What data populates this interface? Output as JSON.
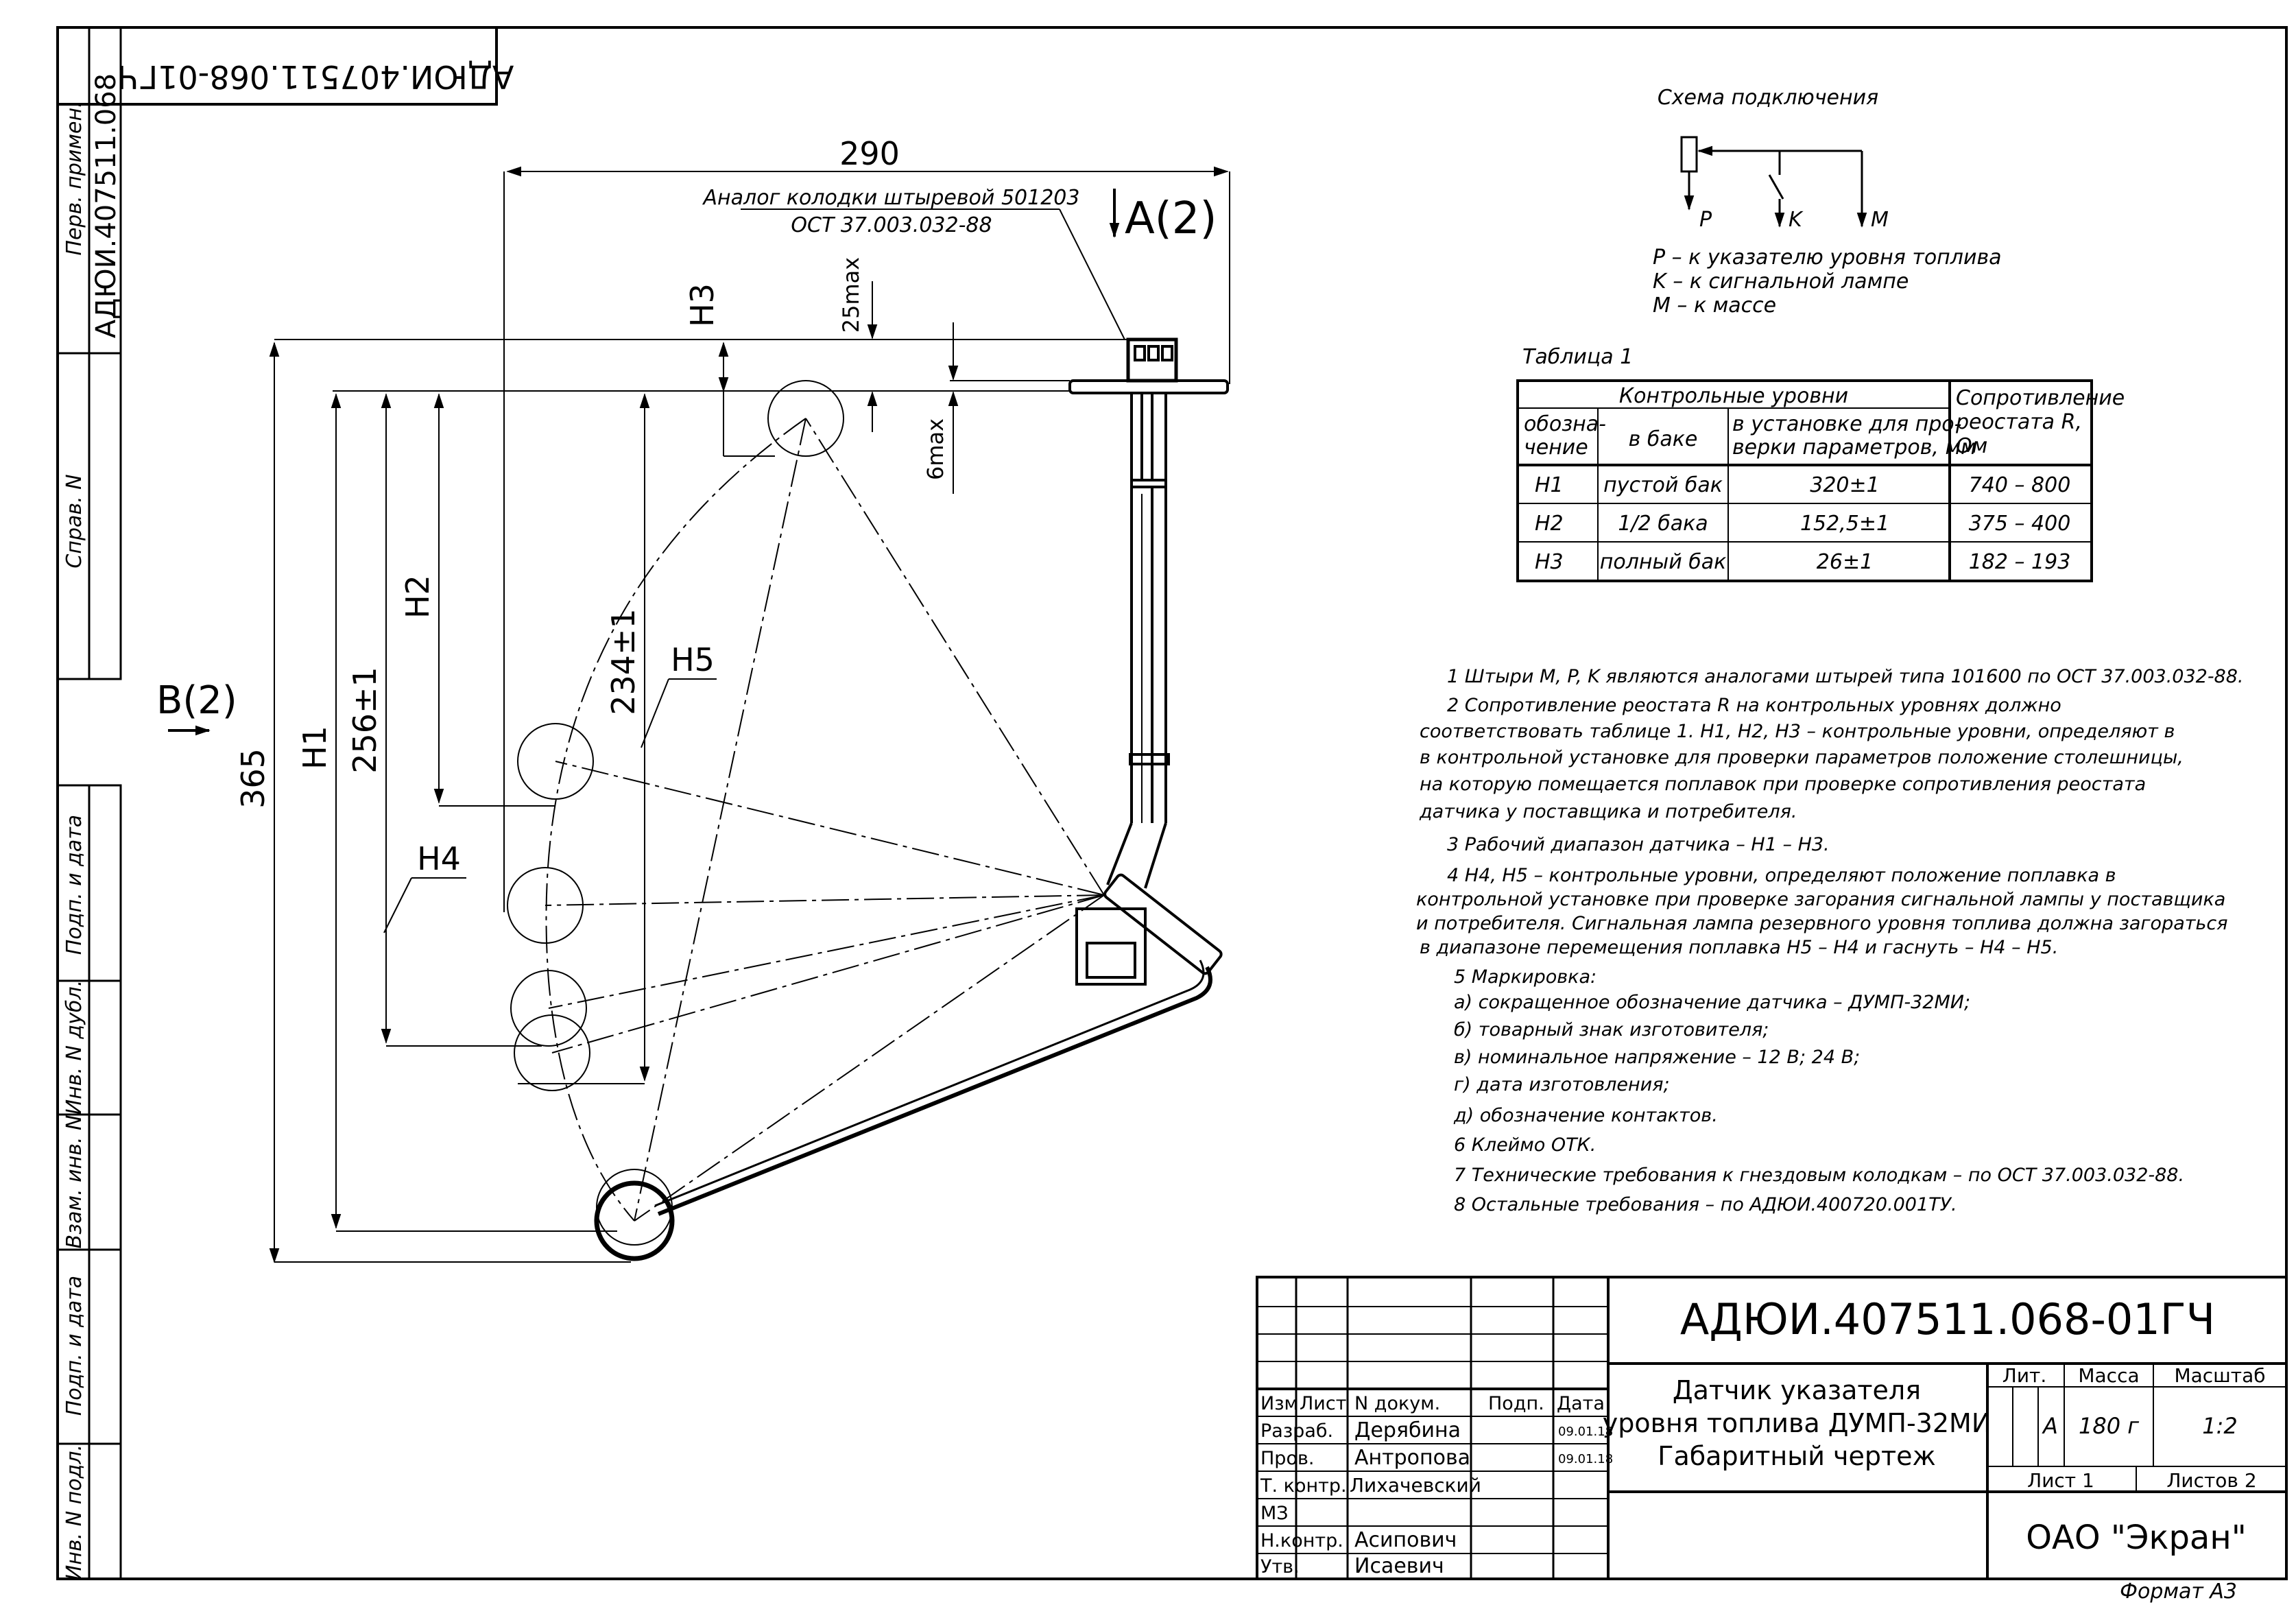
{
  "stamp_top": "АДЮИ.407511.068-01ГЧ",
  "left_strip": {
    "perv_primen": "Перв. примен.",
    "perv_value": "АДЮИ.407511.068",
    "sprav": "Справ. N",
    "podp_data_1": "Подп. и дата",
    "inv_dubl": "Инв. N дубл.",
    "vzam_inv": "Взам. инв. N",
    "podp_data_2": "Подп. и дата",
    "inv_podl": "Инв. N подл."
  },
  "dimensions": {
    "d290": "290",
    "d25max": "25max",
    "d6max": "6max",
    "h3": "H3",
    "h2": "H2",
    "h1": "H1",
    "h4": "H4",
    "h5": "H5",
    "d365": "365",
    "d256": "256±1",
    "d234": "234±1",
    "view_a": "A(2)",
    "view_b": "B(2)"
  },
  "connector_note": {
    "line1": "Аналог колодки штыревой 501203",
    "line2": "ОСТ 37.003.032-88"
  },
  "scheme": {
    "title": "Схема подключения",
    "p": "P",
    "k": "K",
    "m": "M",
    "legend": [
      "P – к указателю уровня топлива",
      "K  – к сигнальной лампе",
      "M  – к массе"
    ]
  },
  "table1": {
    "caption": "Таблица 1",
    "header_levels": "Контрольные уровни",
    "header_resist": [
      "Сопротивление",
      "реостата R,",
      "Ом"
    ],
    "col_designation": [
      "обозна-",
      "чение"
    ],
    "col_tank": "в баке",
    "col_setup": [
      "в установке для про-",
      "верки параметров, мм"
    ],
    "rows": [
      {
        "name": "H1",
        "tank": "пустой бак",
        "setup": "320±1",
        "resist": "740  –  800"
      },
      {
        "name": "H2",
        "tank": "1/2  бака",
        "setup": "152,5±1",
        "resist": "375  –  400"
      },
      {
        "name": "H3",
        "tank": "полный бак",
        "setup": "26±1",
        "resist": "182  –  193"
      }
    ]
  },
  "notes": [
    "1  Штыри M, P,  K являются аналогами штырей типа 101600 по ОСТ 37.003.032-88.",
    "2  Сопротивление реостата R на контрольных уровнях должно",
    "соответствовать таблице 1.  H1,  H2,  H3 – контрольные уровни, определяют в",
    "в контрольной установке для проверки параметров положение столешницы,",
    "на которую помещается поплавок при проверке сопротивления реостата",
    "датчика у поставщика и потребителя.",
    "3  Рабочий диапазон датчика – H1 – H3.",
    "4  H4,  H5  –  контрольные уровни, определяют положение поплавка в",
    "контрольной  установке при проверке загорания сигнальной лампы у поставщика",
    "и потребителя.  Сигнальная лампа резервного уровня топлива должна загораться",
    "в диапазоне перемещения поплавка H5 – H4 и гаснуть –   H4 – H5.",
    "5  Маркировка:",
    "а)  сокращенное обозначение датчика – ДУМП-32МИ;",
    "б)  товарный знак изготовителя;",
    "в)  номинальное напряжение – 12 B;  24 B;",
    "г)  дата изготовления;",
    "д)  обозначение контактов.",
    "6  Клеймо ОТК.",
    "7  Технические требования к гнездовым колодкам –  по ОСТ 37.003.032-88.",
    "8  Остальные требования –  по   АДЮИ.400720.001ТУ."
  ],
  "title_block": {
    "doc_number": "АДЮИ.407511.068-01ГЧ",
    "name_line1": "Датчик указателя",
    "name_line2": "уровня топлива ДУМП-32МИ",
    "name_line3": "Габаритный чертеж",
    "lit_label": "Лит.",
    "mass_label": "Масса",
    "scale_label": "Масштаб",
    "lit_value": "A",
    "mass_value": "180 г",
    "scale_value": "1:2",
    "sheet_label": "Лист 1",
    "sheets_label": "Листов 2",
    "company": "ОАО \"Экран\"",
    "hdr": [
      "Изм",
      "Лист",
      "N докум.",
      "Подп.",
      "Дата"
    ],
    "people": [
      {
        "role": "Разраб.",
        "name": "Дерябина",
        "date": "09.01.18"
      },
      {
        "role": "Пров.",
        "name": "Антропова",
        "date": "09.01.18"
      },
      {
        "role": "Т. контр.",
        "name": "Лихачевский",
        "date": ""
      },
      {
        "role": "МЗ",
        "name": "",
        "date": ""
      },
      {
        "role": "Н.контр.",
        "name": "Асипович",
        "date": ""
      },
      {
        "role": "Утв.",
        "name": "Исаевич",
        "date": ""
      }
    ]
  },
  "format": "Формат A3"
}
